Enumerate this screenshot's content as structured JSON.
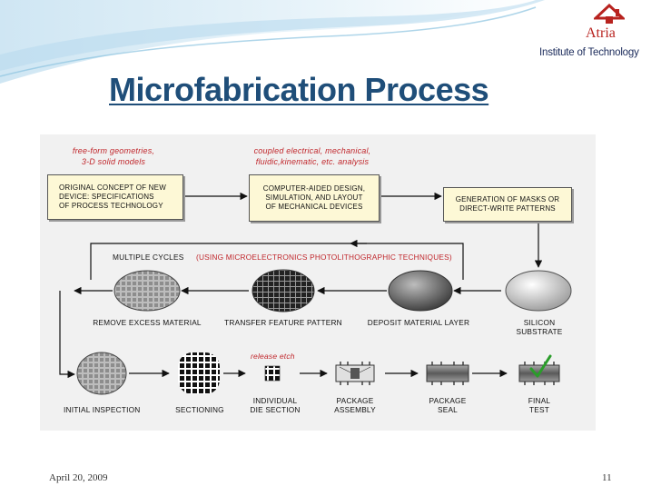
{
  "slide": {
    "title": "Microfabrication Process",
    "date": "April 20, 2009",
    "page": "11"
  },
  "logo": {
    "name": "Atria",
    "subtitle": "Institute of Technology"
  },
  "diagram": {
    "note_geometries": [
      "free-form geometries,",
      "3-D solid models"
    ],
    "note_analysis": [
      "coupled electrical, mechanical,",
      "fluidic,kinematic, etc. analysis"
    ],
    "box_concept": [
      "ORIGINAL CONCEPT OF NEW",
      "DEVICE:  SPECIFICATIONS",
      "OF PROCESS TECHNOLOGY"
    ],
    "box_cad": [
      "COMPUTER-AIDED DESIGN,",
      "SIMULATION, AND LAYOUT",
      "OF MECHANICAL DEVICES"
    ],
    "box_masks": [
      "GENERATION OF MASKS OR",
      "DIRECT-WRITE PATTERNS"
    ],
    "multiple_cycles": "MULTIPLE  CYCLES",
    "techniques": "(USING MICROELECTRONICS PHOTOLITHOGRAPHIC TECHNIQUES)",
    "step_remove": "REMOVE EXCESS MATERIAL",
    "step_transfer": "TRANSFER FEATURE PATTERN",
    "step_deposit": "DEPOSIT MATERIAL LAYER",
    "step_silicon": [
      "SILICON",
      "SUBSTRATE"
    ],
    "release_etch": "release etch",
    "step_inspection": "INITIAL INSPECTION",
    "step_sectioning": "SECTIONING",
    "step_die": [
      "INDIVIDUAL",
      "DIE SECTION"
    ],
    "step_assembly": [
      "PACKAGE",
      "ASSEMBLY"
    ],
    "step_seal": [
      "PACKAGE",
      "SEAL"
    ],
    "step_final": [
      "FINAL",
      "TEST"
    ]
  },
  "colors": {
    "title": "#1f4e79",
    "note_red": "#c0262b",
    "box_fill": "#fdf8d6",
    "check": "#2a9d2a"
  }
}
